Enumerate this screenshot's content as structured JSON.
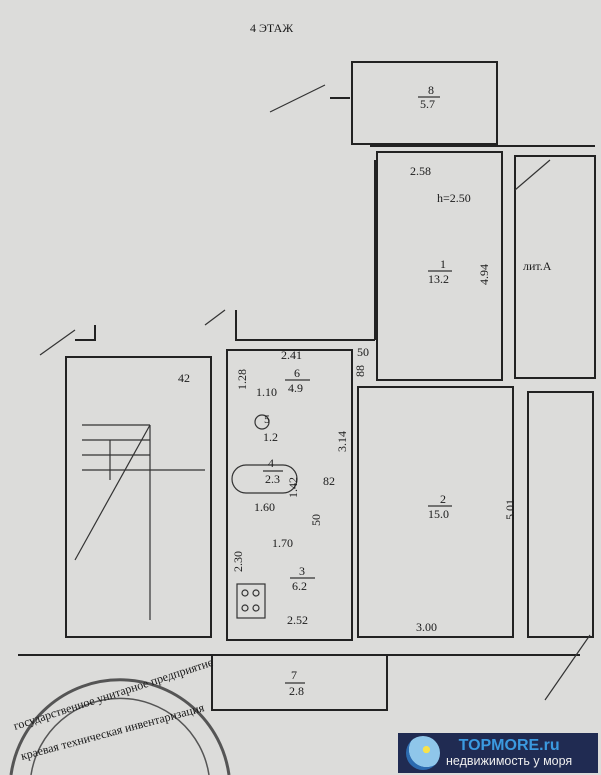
{
  "title": "4 ЭТАЖ",
  "rooms": [
    {
      "number": "1",
      "area": "13.2"
    },
    {
      "number": "2",
      "area": "15.0"
    },
    {
      "number": "3",
      "area": "6.2"
    },
    {
      "number": "4",
      "area": "2.3"
    },
    {
      "number": "5",
      "area": "1.2"
    },
    {
      "number": "6",
      "area": "4.9"
    },
    {
      "number": "7",
      "area": "2.8"
    },
    {
      "number": "8",
      "area": "5.7"
    }
  ],
  "dimensions": {
    "d258": "2.58",
    "height": "h=2.50",
    "d494": "4.94",
    "d241": "2.41",
    "d50a": "50",
    "d88": "88",
    "d128": "1.28",
    "d42": "42",
    "d110": "1.10",
    "d314": "3.14",
    "d142": "1.42",
    "d82": "82",
    "d160": "1.60",
    "d50b": "50",
    "d170": "1.70",
    "d230": "2.30",
    "d252": "2.52",
    "d300": "3.00",
    "d501": "5.01"
  },
  "literal": "лит.А",
  "stamp": {
    "line1": "государственное унитарное предприятие",
    "line2": "краевая техническая инвентаризация"
  },
  "watermark": {
    "brand": "TOPMORE.ru",
    "tagline": "недвижимость у моря"
  }
}
